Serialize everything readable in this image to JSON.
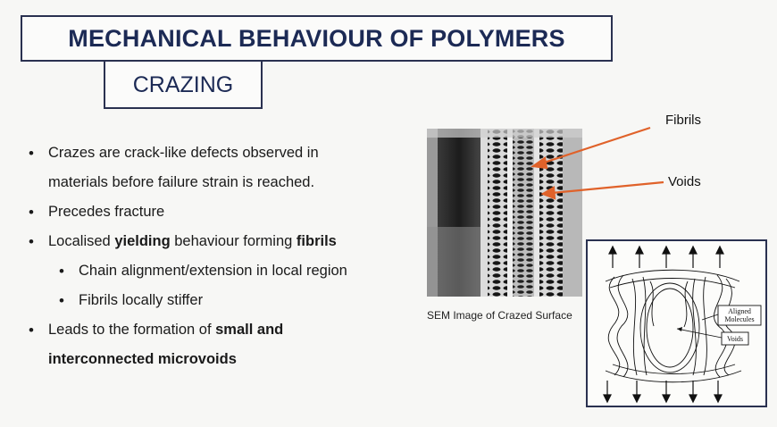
{
  "slide": {
    "title": "MECHANICAL BEHAVIOUR OF POLYMERS",
    "subtitle": "CRAZING"
  },
  "bullets": {
    "b1_line1": "Crazes are crack-like defects observed in",
    "b1_line2": "materials before failure strain is reached.",
    "b2": "Precedes fracture",
    "b3_pre": "Localised ",
    "b3_bold1": "yielding",
    "b3_mid": " behaviour forming ",
    "b3_bold2": "fibrils",
    "b3a": "Chain alignment/extension in local region",
    "b3b": "Fibrils locally stiffer",
    "b4_pre": "Leads to the formation of ",
    "b4_bold1": "small and",
    "b4_bold2": "interconnected microvoids"
  },
  "figure": {
    "sem_caption": "SEM Image of Crazed Surface",
    "label_fibrils": "Fibrils",
    "label_voids": "Voids",
    "diagram_label_aligned_1": "Aligned",
    "diagram_label_aligned_2": "Molecules",
    "diagram_label_voids": "Voids"
  },
  "colors": {
    "title_text": "#1c2a55",
    "box_border": "#2a3150",
    "pointer_arrow": "#e0622a"
  }
}
